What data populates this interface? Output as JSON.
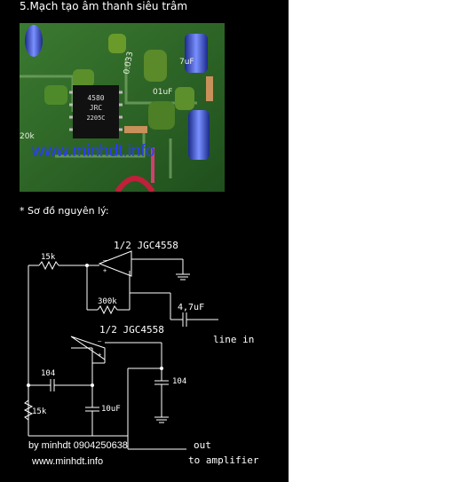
{
  "page": {
    "title": "5.Mạch tạo âm thanh siêu trâm",
    "watermark_photo": "www.minhdt.info",
    "section_label": "* Sơ đồ nguyên lý:"
  },
  "photo_labels": {
    "ic_line1": "4580",
    "ic_line2": "JRC",
    "ic_line3": "2205C",
    "cap_label": "0.033",
    "label_01uf": "01uF",
    "label_7uf": "7uF",
    "label_20k": "20k"
  },
  "schematic": {
    "opamp_top_label": "1/2  JGC4558",
    "opamp_bottom_label": "1/2  JGC4558",
    "r_top": "15k",
    "r_feedback": "300k",
    "c_out": "4,7uF",
    "line_in": "line in",
    "c_left": "104",
    "c_right": "104",
    "c_mid": "10uF",
    "r_left": "15k",
    "credit": "by minhdt 0904250638",
    "out": "out",
    "to_amp": "to amplifier",
    "site": "www.minhdt.info"
  },
  "colors": {
    "background": "#000000",
    "pcb_green": "#2f6b2a",
    "watermark": "#2a3bff",
    "lines": "#ffffff"
  }
}
